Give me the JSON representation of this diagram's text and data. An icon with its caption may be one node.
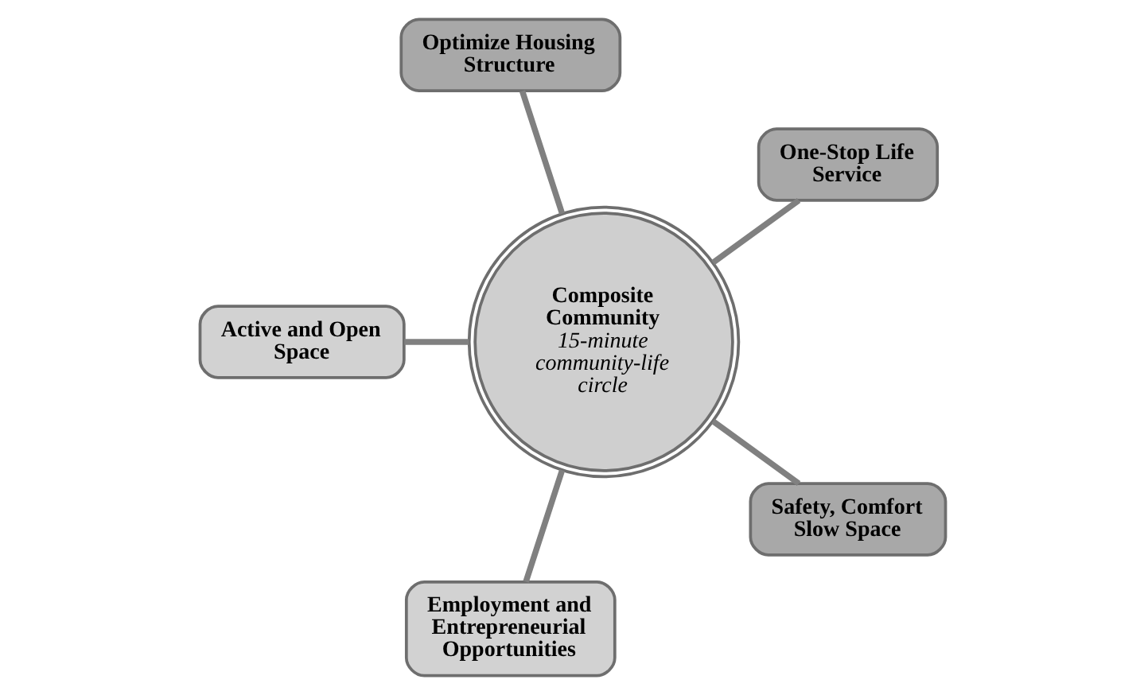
{
  "diagram": {
    "nodes": [
      {
        "text": [
          "Composite Community",
          "15-minute community-life circle"
        ]
      },
      {
        "text": [
          "One-Stop Life Service"
        ]
      },
      {
        "text": [
          "Optimize Housing Structure"
        ]
      },
      {
        "text": [
          "Active and Open Space"
        ]
      },
      {
        "text": [
          "Employment and Entrepreneurial Opportunities"
        ]
      },
      {
        "text": [
          "Safety, Comfort Slow Space"
        ]
      }
    ],
    "edges": [
      {
        "from": 0,
        "to": 1,
        "arrow": "none"
      },
      {
        "from": 0,
        "to": 2,
        "arrow": "none"
      },
      {
        "from": 0,
        "to": 3,
        "arrow": "none"
      },
      {
        "from": 0,
        "to": 4,
        "arrow": "none"
      },
      {
        "from": 0,
        "to": 5,
        "arrow": "none"
      }
    ]
  }
}
